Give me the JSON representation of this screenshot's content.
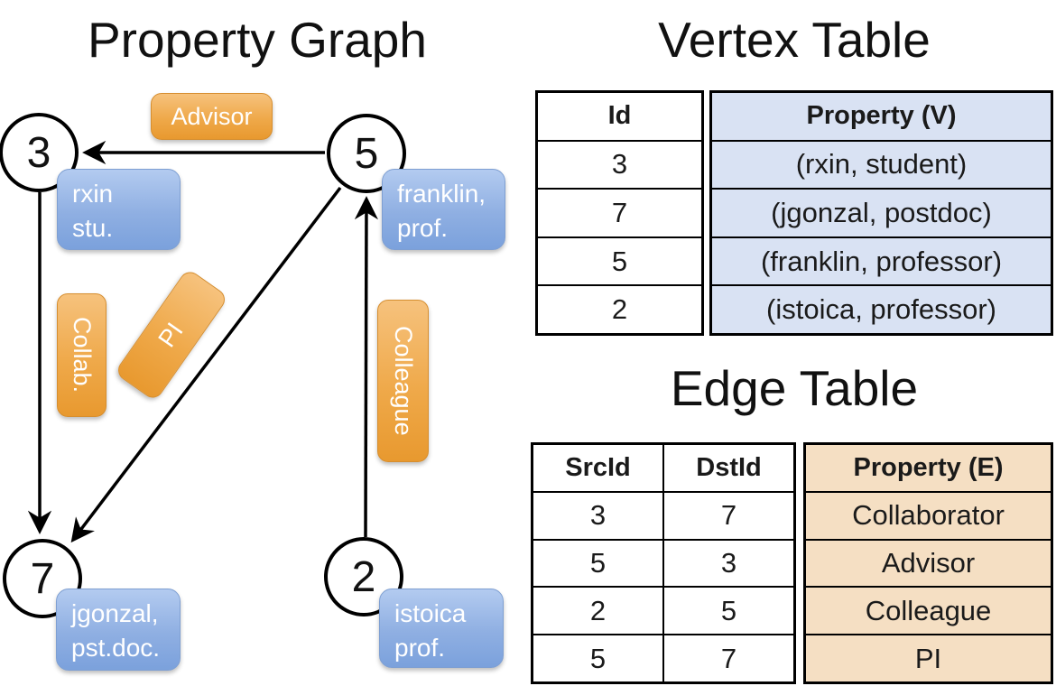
{
  "graph": {
    "title": "Property Graph",
    "nodes": [
      {
        "id": "3",
        "line1": "rxin",
        "line2": "stu."
      },
      {
        "id": "5",
        "line1": "franklin,",
        "line2": "prof."
      },
      {
        "id": "7",
        "line1": "jgonzal,",
        "line2": "pst.doc."
      },
      {
        "id": "2",
        "line1": "istoica",
        "line2": "prof."
      }
    ],
    "edge_labels": {
      "advisor": "Advisor",
      "collab": "Collab.",
      "pi": "PI",
      "colleague": "Colleague"
    }
  },
  "vertex_table": {
    "title": "Vertex Table",
    "columns": {
      "id": "Id",
      "property": "Property (V)"
    },
    "rows": [
      {
        "id": "3",
        "property": "(rxin, student)"
      },
      {
        "id": "7",
        "property": "(jgonzal, postdoc)"
      },
      {
        "id": "5",
        "property": "(franklin, professor)"
      },
      {
        "id": "2",
        "property": "(istoica, professor)"
      }
    ]
  },
  "edge_table": {
    "title": "Edge Table",
    "columns": {
      "src": "SrcId",
      "dst": "DstId",
      "property": "Property (E)"
    },
    "rows": [
      {
        "src": "3",
        "dst": "7",
        "property": "Collaborator"
      },
      {
        "src": "5",
        "dst": "3",
        "property": "Advisor"
      },
      {
        "src": "2",
        "dst": "5",
        "property": "Colleague"
      },
      {
        "src": "5",
        "dst": "7",
        "property": "PI"
      }
    ]
  },
  "colors": {
    "edge_label_fill": "#EFA94A",
    "vertex_label_fill": "#8FAFE2",
    "vertex_property_cell": "#D9E2F3",
    "edge_property_cell": "#F5DFC3",
    "line_color": "#000000"
  }
}
